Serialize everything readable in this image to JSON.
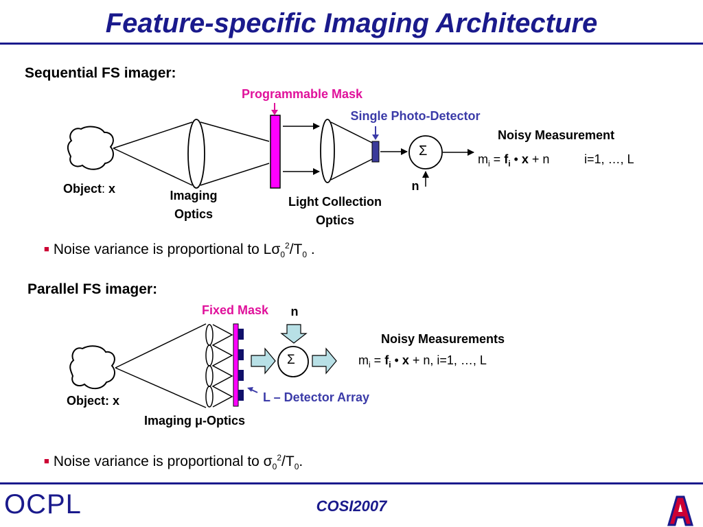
{
  "title": "Feature-specific Imaging Architecture",
  "sequential": {
    "heading": "Sequential FS imager:",
    "mask_label": "Programmable Mask",
    "detector_label": "Single Photo-Detector",
    "noisy_label": "Noisy Measurement",
    "formula": {
      "m": "m",
      "i_sub": "i",
      "eq": " = ",
      "f": "f",
      "f_sub": "i",
      "dot": " • ",
      "x": "x",
      "rest": " + n",
      "range": "i=1, …, L"
    },
    "sigma": "Σ",
    "noise": "n",
    "object_label": "Object",
    "object_colon": ": ",
    "object_var": "x",
    "imaging_optics": [
      "Imaging",
      "Optics"
    ],
    "light_collection": [
      "Light Collection",
      "Optics"
    ],
    "bullet": {
      "text": "Noise variance is proportional to Lσ",
      "sub1": "0",
      "sup": "2",
      "mid": "/T",
      "sub2": "0",
      "end": " ."
    }
  },
  "parallel": {
    "heading": "Parallel FS imager:",
    "mask_label": "Fixed Mask",
    "noise": "n",
    "sigma": "Σ",
    "noisy_label": "Noisy Measurements",
    "formula": {
      "m": "m",
      "i_sub": "i",
      "eq": " = ",
      "f": "f",
      "f_sub": "i",
      "dot": " • ",
      "x": "x",
      "rest": " + n, i=1, …, L"
    },
    "detector_label": "L – Detector Array",
    "object_label": "Object: x",
    "optics_label": "Imaging μ-Optics",
    "bullet": {
      "text": "Noise variance is proportional to σ",
      "sub1": "0",
      "sup": "2",
      "mid": "/T",
      "sub2": "0",
      "end": "."
    }
  },
  "footer": {
    "logo_text": "OCPL",
    "conference": "COSI2007",
    "emblem_letter": "A"
  },
  "colors": {
    "title_blue": "#1a1a8c",
    "magenta": "#e0119b",
    "detector_blue": "#3b3ba8",
    "bullet_red": "#cc0033",
    "arrow_fill": "#b8e0e6"
  }
}
